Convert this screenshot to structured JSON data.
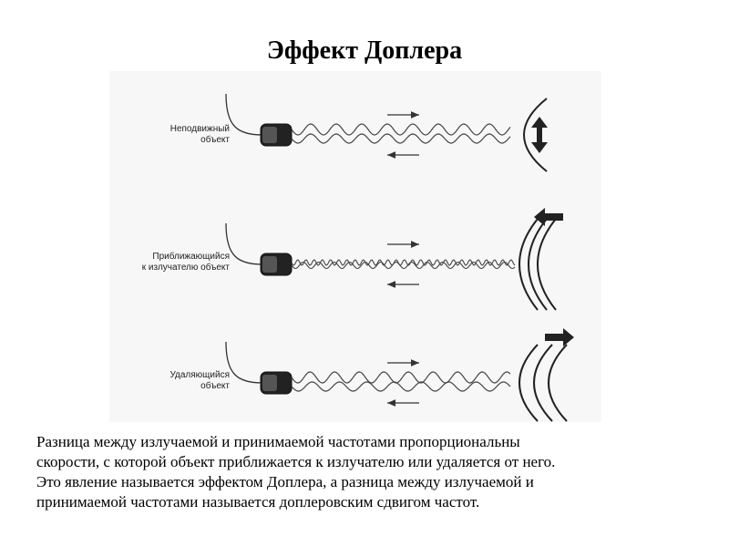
{
  "title": "Эффект Доплера",
  "diagram": {
    "rows": [
      {
        "label_line1": "Неподвижный",
        "label_line2": "объект"
      },
      {
        "label_line1": "Приближающийся",
        "label_line2": "к излучателю объект"
      },
      {
        "label_line1": "Удаляющийся",
        "label_line2": "объект"
      }
    ]
  },
  "caption": {
    "line1": "Разница между излучаемой и принимаемой частотами пропорциональны",
    "line2": "скорости, с которой объект приближается к излучателю или удаляется от него.",
    "line3": "Это явление называется эффектом Доплера, а разница между излучаемой и",
    "line4": "принимаемой частотами называется доплеровским сдвигом частот."
  }
}
